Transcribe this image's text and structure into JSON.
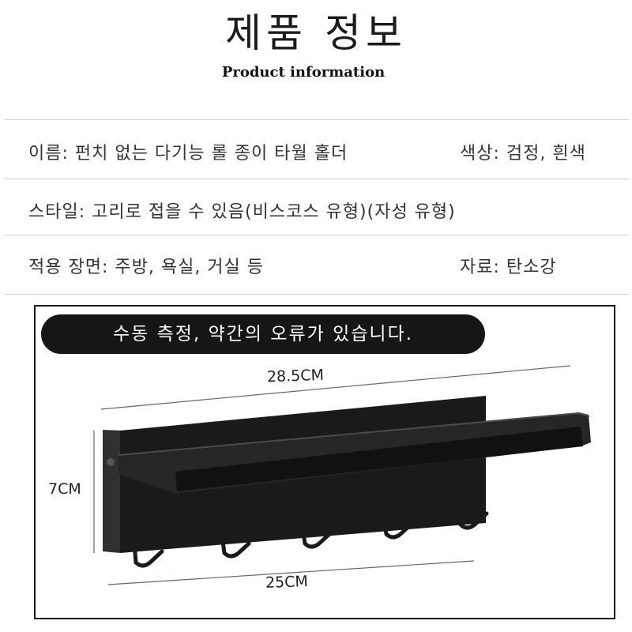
{
  "header": {
    "title": "제품 정보",
    "subtitle": "Product information"
  },
  "specs": {
    "name": "이름: 펀치 없는 다기능 롤 종이 타월 홀더",
    "color": "색상: 검정, 흰색",
    "style": "스타일: 고리로 접을 수 있음(비스코스 유형)(자성 유형)",
    "scene": "적용 장면: 주방, 욕실, 거실 등",
    "material": "자료: 탄소강"
  },
  "figure": {
    "notice": "수동 측정, 약간의 오류가 있습니다.",
    "width_top": "28.5CM",
    "height_left": "7CM",
    "width_bottom": "25CM"
  },
  "colors": {
    "product": "#1c1c1c",
    "pill": "#161616",
    "rule": "#cfcfcf"
  }
}
